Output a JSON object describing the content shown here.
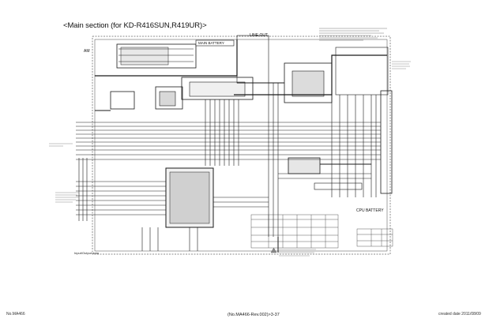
{
  "header": {
    "title": "<Main section (for KD-R416SUN,R419UR)>"
  },
  "labels": {
    "am": "AM",
    "line_out": "LINE OUT",
    "main_battery": "MAIN BATTERY",
    "cpu_battery": "CPU BATTERY",
    "input_board": "Input/Output data"
  },
  "footer": {
    "left": "No.MA466",
    "center": "(No.MA466-Rev.002)>3-37",
    "right": "created date 2011/08/09"
  },
  "colors": {
    "line": "#1a1a1a",
    "warning": "#888888"
  }
}
